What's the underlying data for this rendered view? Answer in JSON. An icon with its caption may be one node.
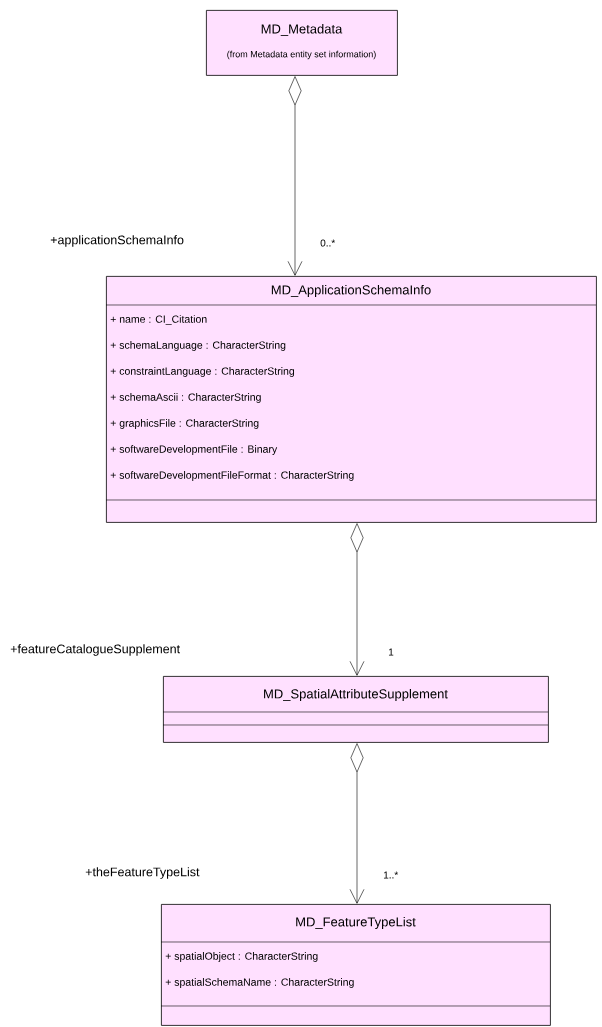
{
  "diagram": {
    "nodes": [
      {
        "text": [
          "MD_Metadata",
          "(from Metadata entity set information)"
        ]
      },
      {
        "text": [
          "MD_ApplicationSchemaInfo",
          "+ name : CI_Citation",
          "+ schemaLanguage : CharacterString",
          "+ constraintLanguage : CharacterString",
          "+ schemaAscii : CharacterString",
          "+ graphicsFile : CharacterString",
          "+ softwareDevelopmentFile : Binary",
          "+ softwareDevelopmentFileFormat : CharacterString"
        ]
      },
      {
        "text": [
          "MD_SpatialAttributeSupplement"
        ]
      },
      {
        "text": [
          "MD_FeatureTypeList",
          "+ spatialObject : CharacterString",
          "+ spatialSchemaName : CharacterString"
        ]
      }
    ],
    "edges": [
      {
        "from": 0,
        "to": 1,
        "arrow": "to"
      },
      {
        "from": 1,
        "to": 2,
        "arrow": "to"
      },
      {
        "from": 2,
        "to": 3,
        "arrow": "to"
      }
    ],
    "labels": [
      "+applicationSchemaInfo",
      "0..*",
      "+featureCatalogueSupplement",
      "1",
      "+theFeatureTypeList",
      "1..*"
    ]
  }
}
